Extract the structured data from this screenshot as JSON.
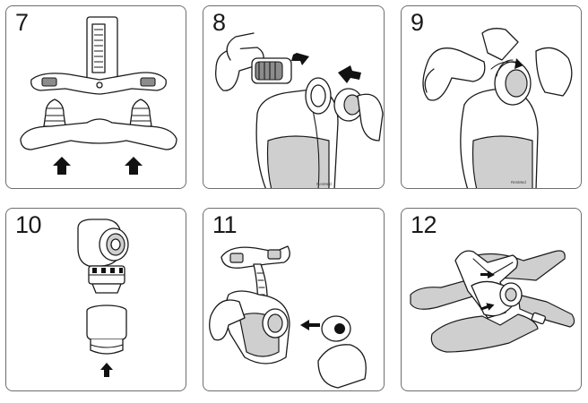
{
  "steps": [
    {
      "number": "7",
      "illustration": "headgear-clips-attach-to-frame"
    },
    {
      "number": "8",
      "illustration": "insert-cushion-and-elbow-into-frame"
    },
    {
      "number": "9",
      "illustration": "rotate-elbow-to-lock"
    },
    {
      "number": "10",
      "illustration": "connect-short-tube-to-elbow"
    },
    {
      "number": "11",
      "illustration": "attach-elbow-to-mask"
    },
    {
      "number": "12",
      "illustration": "assembled-mask-with-headgear"
    }
  ],
  "brand_mark": "ResMed",
  "colors": {
    "outline": "#1a1a1a",
    "panel_border": "#6e6e6e",
    "fill_gray": "#cfcfcf",
    "dark_gray": "#8c8c8c",
    "arrow": "#111111"
  }
}
